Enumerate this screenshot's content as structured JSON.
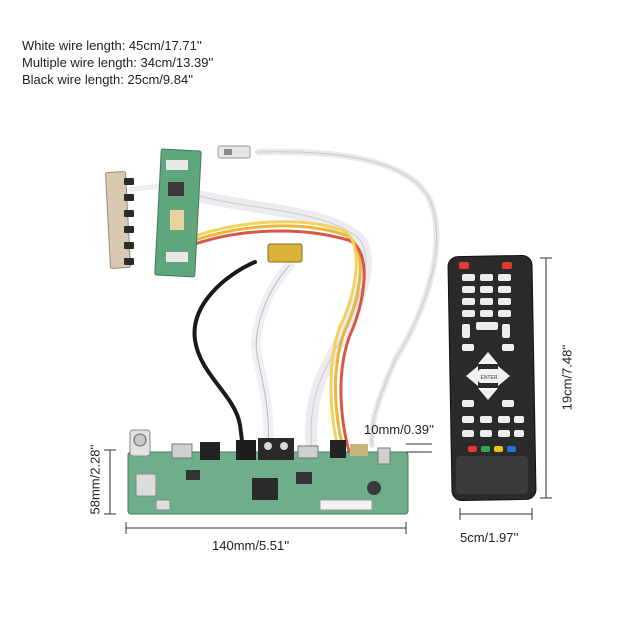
{
  "specs": {
    "white_wire": "White wire length: 45cm/17.71''",
    "multiple_wire": "Multiple wire length: 34cm/13.39''",
    "black_wire": "Black wire length: 25cm/9.84''"
  },
  "dimensions": {
    "board_width": "140mm/5.51''",
    "board_height": "58mm/2.28''",
    "connector_gap": "10mm/0.39''",
    "remote_height": "19cm/7.48''",
    "remote_width": "5cm/1.97''"
  },
  "remote": {
    "enter_label": "ENTER"
  },
  "colors": {
    "board_green": "#6fae8a",
    "remote_body": "#2a2a2a",
    "button_red": "#e23a2e",
    "button_green": "#2fa84f",
    "button_yellow": "#e8c21a",
    "button_blue": "#2a6fd6"
  }
}
